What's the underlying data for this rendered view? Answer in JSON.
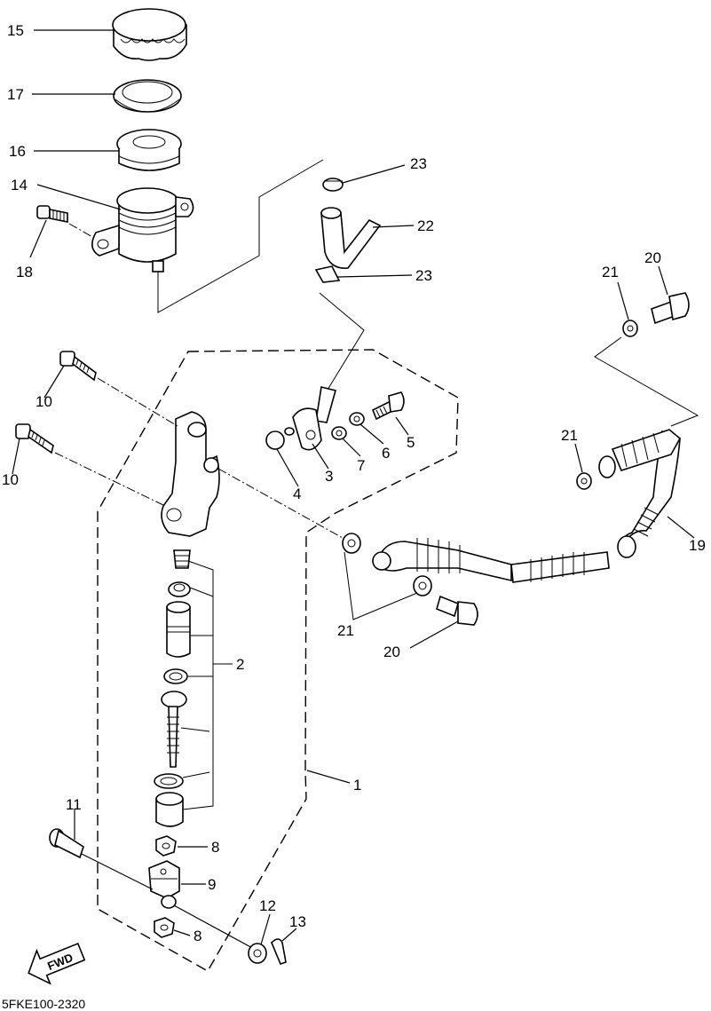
{
  "callouts": {
    "c1": "1",
    "c2": "2",
    "c3": "3",
    "c4": "4",
    "c5": "5",
    "c6": "6",
    "c7": "7",
    "c8a": "8",
    "c8b": "8",
    "c9": "9",
    "c10a": "10",
    "c10b": "10",
    "c11": "11",
    "c12": "12",
    "c13": "13",
    "c14": "14",
    "c15": "15",
    "c16": "16",
    "c17": "17",
    "c18": "18",
    "c19": "19",
    "c20a": "20",
    "c20b": "20",
    "c21a": "21",
    "c21b": "21",
    "c21c": "21",
    "c22": "22",
    "c23a": "23",
    "c23b": "23"
  },
  "fwd_label": "FWD",
  "diagram_code": "5FKE100-2320",
  "icons": {
    "fwd": "forward-arrow-icon"
  }
}
